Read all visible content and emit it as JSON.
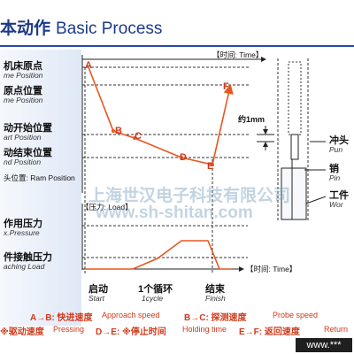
{
  "title": {
    "cn": "本动作",
    "en": "Basic Process"
  },
  "left_labels": {
    "machine_home_cn": "机床原点",
    "machine_home_en": "me Position",
    "home_pos_cn": "原点位置",
    "home_pos_en": "me Position",
    "start_pos_cn": "动开始位置",
    "start_pos_en": "art Position",
    "end_pos_cn": "动结束位置",
    "end_pos_en": "nd Position",
    "ram_pos": "头位置: Ram Position",
    "force_cn": "作用压力",
    "force_en": "x.Pressure",
    "touch_cn": "件接触压力",
    "touch_en": "aching Load"
  },
  "time_axis_top": "【时间: Time】",
  "time_axis_bottom": "【时间: Time】",
  "pressure_axis": "【压力: Load】",
  "points": [
    "A",
    "B",
    "C",
    "D",
    "E",
    "F"
  ],
  "approx_1mm": "约1mm",
  "right_labels": {
    "punch_cn": "冲头",
    "punch_en": "Pun",
    "pin_cn": "销",
    "pin_en": "Pin",
    "work_cn": "工件",
    "work_en": "Wor"
  },
  "bottom_labels": {
    "start_cn": "启动",
    "start_en": "Start",
    "cycle_cn": "1个循环",
    "cycle_en": "1cycle",
    "finish_cn": "结束",
    "finish_en": "Finish"
  },
  "legend": {
    "ab": "A→B: 快进速度",
    "ab_en": "Approach speed",
    "bc": "B→C: 探测速度",
    "bc_en": "Probe speed",
    "press_cn": "※驱动速度",
    "press_en": "Pressing",
    "de": "D→E: ※停止时间",
    "de_en": "Holding time",
    "ef": "E→F: 返回速度",
    "ef_en": "Return"
  },
  "watermark": {
    "cn": "上海世汉电子科技有限公司",
    "url": "www.sh-shitan.com"
  },
  "footer_badge": "www.***",
  "colors": {
    "accent": "#e8561f",
    "blue": "#1d3a8a",
    "dash": "#333333"
  }
}
